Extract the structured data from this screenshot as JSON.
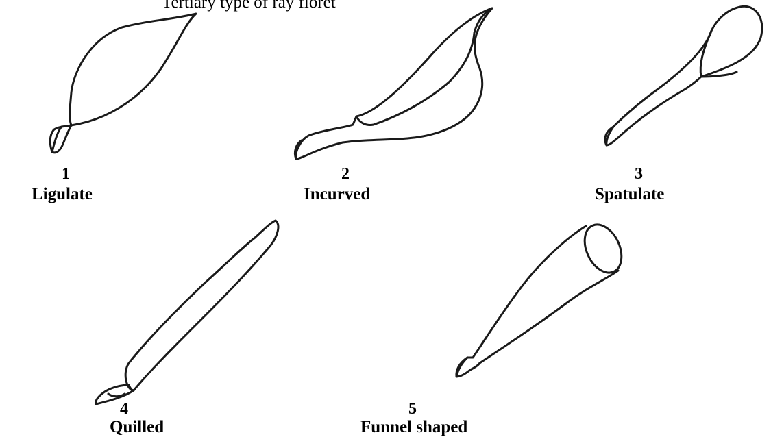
{
  "title": "Tertiary type of ray floret",
  "florets": [
    {
      "number": "1",
      "name": "Ligulate"
    },
    {
      "number": "2",
      "name": "Incurved"
    },
    {
      "number": "3",
      "name": "Spatulate"
    },
    {
      "number": "4",
      "name": "Quilled"
    },
    {
      "number": "5",
      "name": "Funnel shaped"
    }
  ]
}
